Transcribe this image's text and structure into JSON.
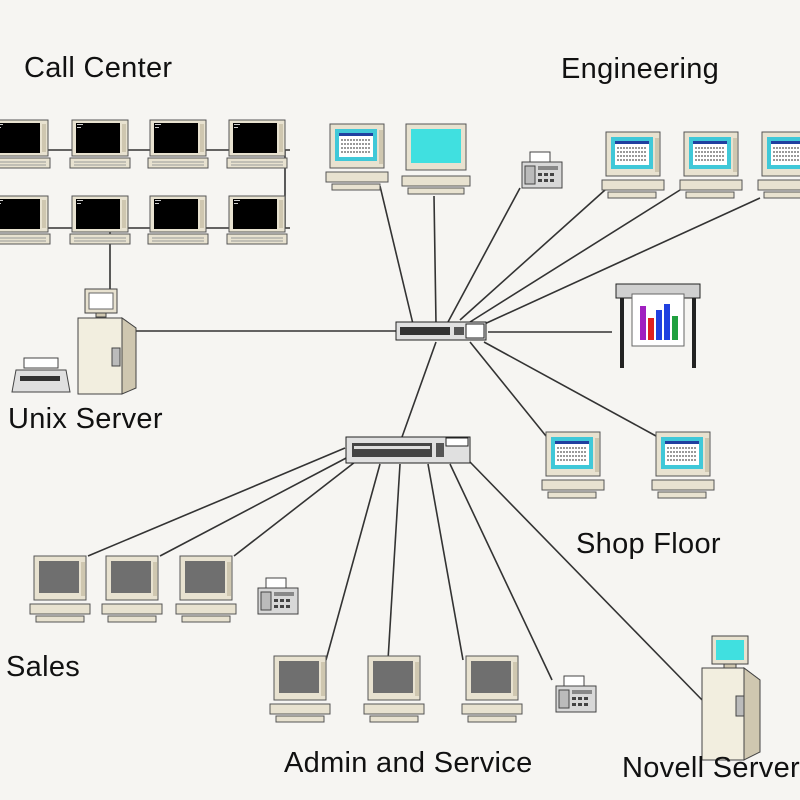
{
  "groups": {
    "call_center": "Call Center",
    "engineering": "Engineering",
    "unix_server": "Unix Server",
    "shop_floor": "Shop Floor",
    "sales": "Sales",
    "admin_service": "Admin and Service",
    "novell_server": "Novell Server"
  },
  "colors": {
    "background": "#f6f5f2",
    "line": "#333333",
    "case": "#e8e2d0",
    "case_shadow": "#b8b09a",
    "screen_dark": "#000000",
    "screen_cyan": "#40e0e0",
    "screen_gray": "#6f6f6f",
    "chart_red": "#e02020",
    "chart_blue": "#2040e0",
    "chart_purple": "#a020c0",
    "chart_green": "#20a040"
  },
  "icons": {
    "workstation_dark": "monitor-dark-icon",
    "workstation_app": "monitor-app-icon",
    "workstation_cyan": "monitor-cyan-icon",
    "workstation_gray": "monitor-gray-icon",
    "printer": "printer-icon",
    "fax": "fax-icon",
    "switch": "network-switch-icon",
    "plotter": "plotter-icon",
    "tower_server": "tower-server-icon"
  }
}
